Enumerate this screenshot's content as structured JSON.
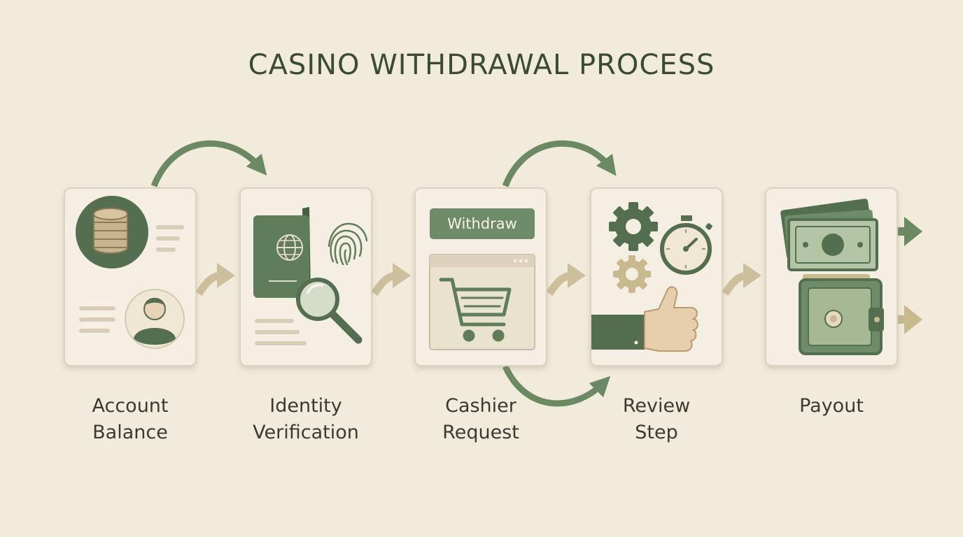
{
  "title": "CASINO WITHDRAWAL PROCESS",
  "steps": [
    {
      "line1": "Account",
      "line2": "Balance"
    },
    {
      "line1": "Identity",
      "line2": "Verification"
    },
    {
      "line1": "Cashier",
      "line2": "Request"
    },
    {
      "line1": "Review",
      "line2": "Step"
    },
    {
      "line1": "Payout",
      "line2": ""
    }
  ],
  "cashier": {
    "button_label": "Withdraw"
  },
  "colors": {
    "background": "#f1ebdb",
    "card": "#f5efe3",
    "dark_green": "#546f4f",
    "mid_green": "#6e8c67",
    "light_green": "#a9b89b",
    "tan": "#c9b98f",
    "title": "#3b4b32"
  }
}
